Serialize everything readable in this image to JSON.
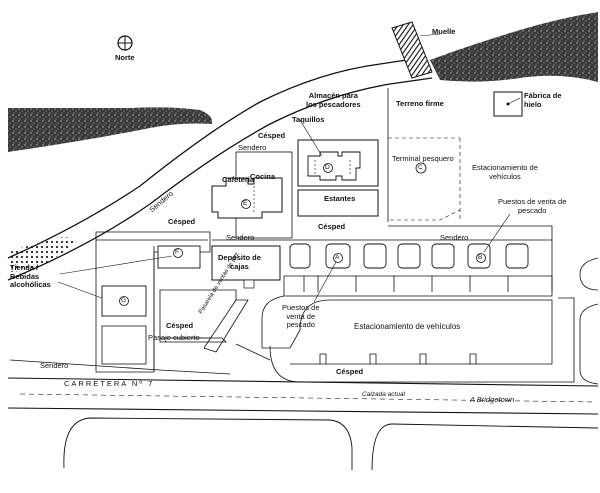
{
  "map": {
    "north_label": "Norte",
    "pier_label": "Muelle",
    "ice_factory_label": "Fábrica de\nhielo",
    "firm_ground_label": "Terreno firme",
    "fishermen_warehouse_label": "Almacén para\nlos pescadores",
    "lockers_label": "Taquillos",
    "fishing_terminal_label": "Terminal pesquero",
    "upper_parking_label": "Estacionamiento de\nvehículos",
    "fish_stalls_right_label": "Puestos de venta de\npescado",
    "cafeteria_label": "Cafeteria",
    "kitchen_label": "Cocina",
    "shelves_label": "Estantes",
    "cash_deposit_label": "Depósito de\ncajas",
    "store_label": "Tienda /\nBebidas\nalcohólicas",
    "fish_stalls_lower_label": "Puestos de\nventa de\npescado",
    "lower_parking_label": "Estacionamiento de vehículos",
    "covered_passage_label": "Pasaje cubierto",
    "fish_ramp_label": "Pasarela de ventas de pez",
    "current_road_label": "Calzada actual",
    "bridgetown_label": "A Bridgetown",
    "highway_label": "CARRETERA Nº 7",
    "grass_label": "Césped",
    "path_label": "Sendero",
    "markers": {
      "A": "A",
      "B": "B",
      "C": "C",
      "D": "D",
      "E": "E",
      "F": "F",
      "G": "G"
    }
  }
}
